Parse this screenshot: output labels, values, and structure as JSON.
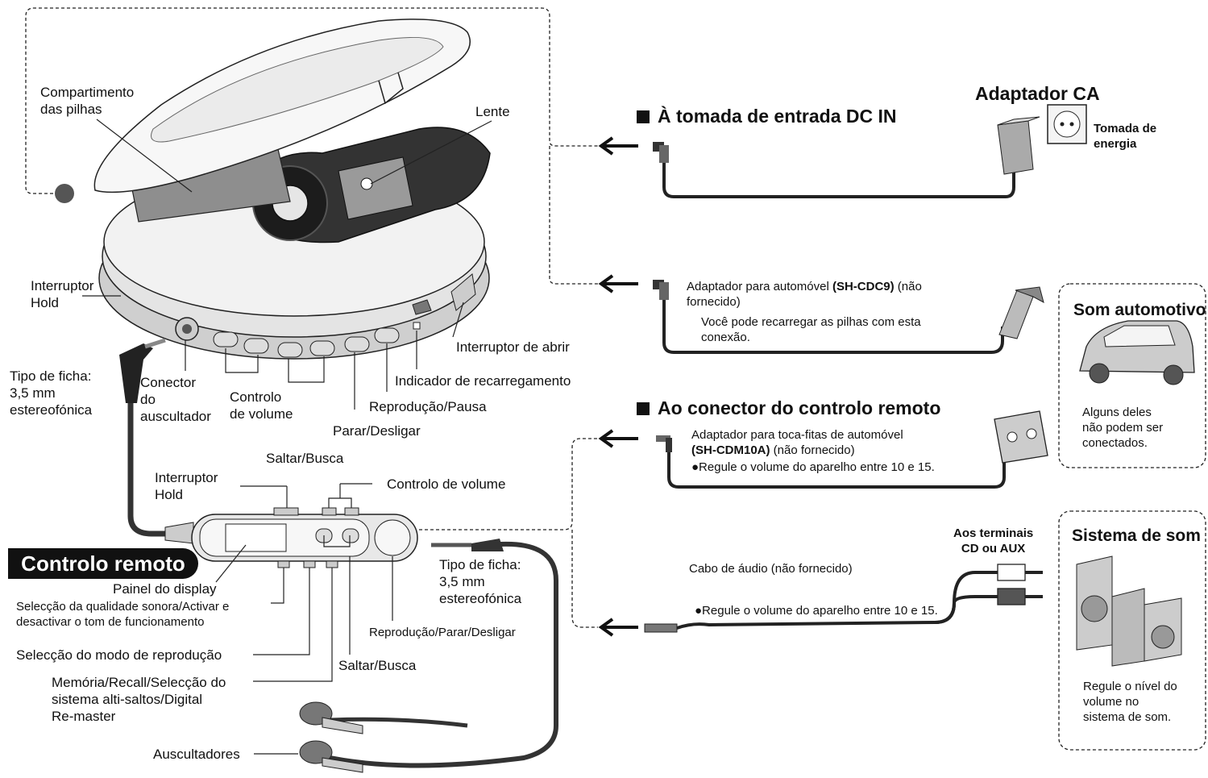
{
  "labels": {
    "battery": "Compartimento\ndas pilhas",
    "lens": "Lente",
    "hold_main": "Interruptor\nHold",
    "open_switch": "Interruptor de abrir",
    "headphone_connector": "Conector\ndo\nauscultador",
    "volume_main": "Controlo\nde volume",
    "charge_indicator": "Indicador de recarregamento",
    "play_pause": "Reprodução/Pausa",
    "stop_off": "Parar/Desligar",
    "skip_search_main": "Saltar/Busca",
    "plug_type_left": "Tipo de ficha:\n3,5 mm\nestereofónica",
    "hold_remote": "Interruptor\nHold",
    "volume_remote": "Controlo de volume",
    "remote_title": "Controlo remoto",
    "display_panel": "Painel do display",
    "sound_quality": "Selecção da qualidade sonora/Activar e\ndesactivar o tom de funcionamento",
    "play_mode": "Selecção do modo de reprodução",
    "memory_recall": "Memória/Recall/Selecção do\nsistema alti-saltos/Digital\nRe-master",
    "skip_search_remote": "Saltar/Busca",
    "plug_type_remote": "Tipo de ficha:\n3,5 mm\nestereofónica",
    "play_stop_off": "Reprodução/Parar/Desligar",
    "headphones": "Auscultadores"
  },
  "right": {
    "ac_adapter": "Adaptador CA",
    "dc_in_heading": "À tomada de entrada DC IN",
    "power_outlet": "Tomada de\nenergia",
    "car_adapter_text": "Adaptador para automóvel ",
    "car_adapter_model": "(SH-CDC9)",
    "car_adapter_tail": " (não\nfornecido)",
    "car_adapter_note": "Você pode recarregar as pilhas com esta\nconexão.",
    "car_audio_title": "Som automotivo",
    "car_audio_note": "Alguns deles\nnão podem ser\nconectados.",
    "remote_heading": "Ao conector do controlo remoto",
    "cassette_text": "Adaptador para toca-fitas de automóvel",
    "cassette_model": "(SH-CDM10A)",
    "cassette_tail": " (não fornecido)",
    "cassette_note": "●Regule o volume do aparelho entre 10 e 15.",
    "terminals": "Aos terminais\nCD ou AUX",
    "audio_cable": "Cabo de áudio (não fornecido)",
    "audio_note": "●Regule o volume do aparelho entre 10 e 15.",
    "sound_system_title": "Sistema de som",
    "sound_system_note": "Regule o nível do\nvolume no\nsistema de som."
  }
}
